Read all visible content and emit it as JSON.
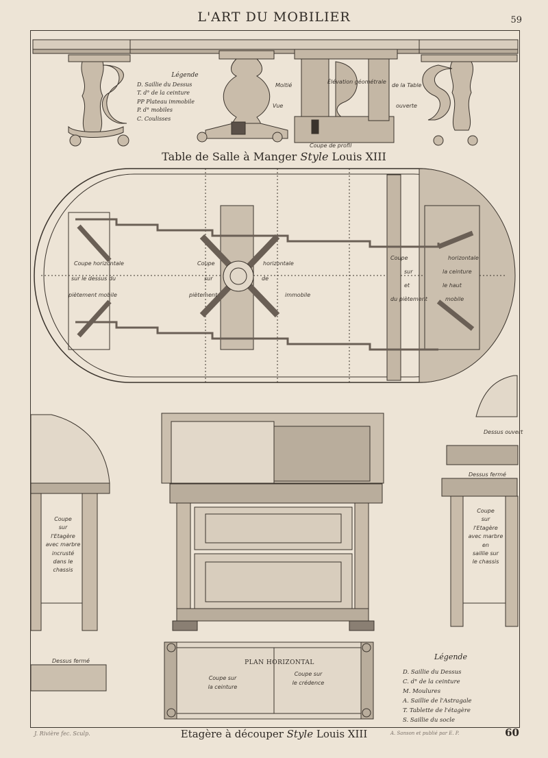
{
  "header": {
    "title": "L'ART DU MOBILIER",
    "page_top": "59",
    "page_bottom": "60"
  },
  "top_plate": {
    "title_pre": "Table de Salle à Manger",
    "title_style": "Style",
    "title_post": "Louis XIII",
    "legend": {
      "title": "Légende",
      "items": [
        "D. Saillie du Dessus",
        "T. d° de la ceinture",
        "PP Plateau immobile",
        "P. d° mobiles",
        "C. Coulisses"
      ]
    },
    "labels": {
      "moitie": "Moitié",
      "vue": "Vue",
      "elevation": "Élévation géométrale",
      "de_la_table": "de la Table",
      "ouverte": "ouverte",
      "coupe_de_profil": "Coupe de profil"
    },
    "plan_labels": {
      "l1": "Coupe horizontale",
      "l2": "sur le dessus du",
      "l3": "piètement mobile",
      "c1": "Coupe",
      "c2": "sur",
      "c3": "piètement",
      "c4": "horizontale",
      "c5": "de",
      "c6": "immobile",
      "r1": "Coupe",
      "r2": "horizontale",
      "r3": "sur",
      "r4": "la ceinture",
      "r5": "et",
      "r6": "le haut",
      "r7": "du piètement",
      "r8": "mobile"
    }
  },
  "bottom_plate": {
    "title_pre": "Etagère à découper",
    "title_style": "Style",
    "title_post": "Louis XIII",
    "left_section": [
      "Coupe",
      "sur",
      "l'Etagère",
      "avec marbre",
      "incrusté",
      "dans le",
      "chassis"
    ],
    "right_section": [
      "Coupe",
      "sur",
      "l'Etagère",
      "avec marbre",
      "en",
      "saillie sur",
      "le chassis"
    ],
    "dessus_ouvert": "Dessus ouvert",
    "dessus_ferme_right": "Dessus fermé",
    "dessus_ferme_left": "Dessus fermé",
    "plan_title": "PLAN HORIZONTAL",
    "plan_left": [
      "Coupe sur",
      "la ceinture"
    ],
    "plan_right": [
      "Coupe sur",
      "le crédence"
    ],
    "legend": {
      "title": "Légende",
      "items": [
        "D. Saillie du Dessus",
        "C. d° de la ceinture",
        "M. Moulures",
        "A. Saillie de l'Astragale",
        "T. Tablette de l'étagère",
        "S. Saillie du socle"
      ]
    }
  },
  "signatures": {
    "left": "J. Rivière fec. Sculp.",
    "right": "A. Sanson et publié par E. P."
  },
  "colors": {
    "paper": "#ede4d6",
    "ink": "#3a332c",
    "wood": "#cbbfae",
    "shade": "#8a7f73"
  }
}
